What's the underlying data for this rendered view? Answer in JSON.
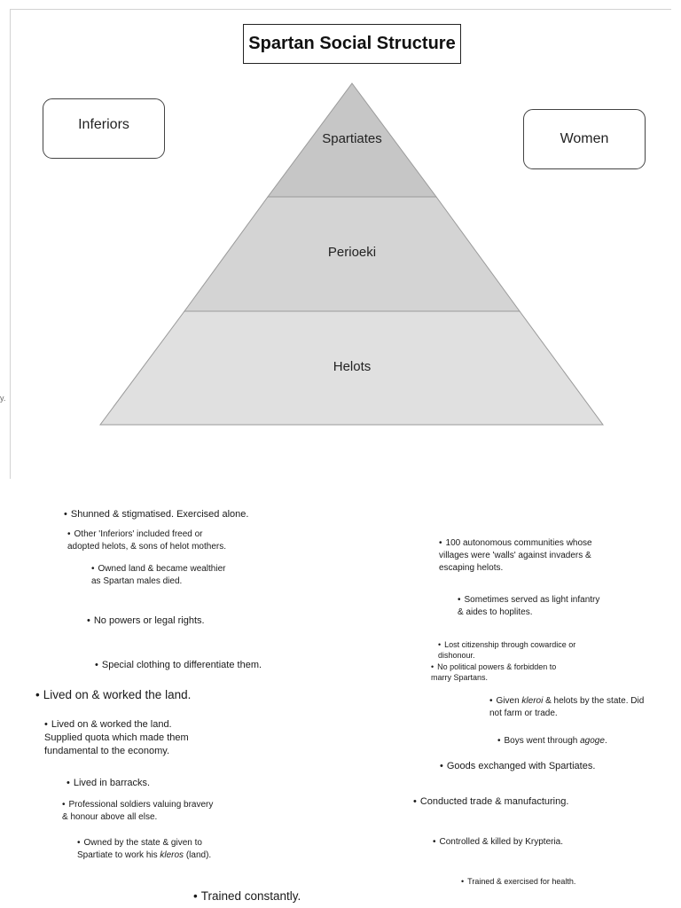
{
  "title": "Spartan Social Structure",
  "side_boxes": {
    "left": "Inferiors",
    "right": "Women"
  },
  "pyramid": {
    "tiers": [
      "Spartiates",
      "Perioeki",
      "Helots"
    ]
  },
  "stray_mark": "y.",
  "bullet": "•",
  "notes": {
    "n1": "Shunned & stigmatised. Exercised alone.",
    "n2": "Other 'Inferiors' included freed or\nadopted helots, & sons of helot mothers.",
    "n3": "Owned land & became wealthier\nas Spartan males died.",
    "n4": "No powers or legal rights.",
    "n5": "Special clothing to differentiate them.",
    "n6": "Lived on & worked the land.",
    "n7": "Lived on & worked the land.\nSupplied quota which made them\nfundamental to the economy.",
    "n8": "Lived in barracks.",
    "n9": "Professional soldiers valuing bravery\n& honour above all else.",
    "n10_a": "Owned by the state & given to\nSpartiate to work his ",
    "n10_em": "kleros",
    "n10_b": " (land).",
    "n11": "Trained constantly.",
    "r1": "100 autonomous communities whose\nvillages were 'walls' against invaders &\nescaping helots.",
    "r2": "Sometimes served as light infantry\n& aides to hoplites.",
    "r3": "Lost citizenship through cowardice or\ndishonour.",
    "r4": "No political powers & forbidden to\nmarry Spartans.",
    "r5_a": "Given ",
    "r5_em": "kleroi",
    "r5_b": " & helots by the state. Did\nnot farm or trade.",
    "r6_a": "Boys went through ",
    "r6_em": "agoge",
    "r6_b": ".",
    "r7": "Goods exchanged with Spartiates.",
    "r8": "Conducted trade & manufacturing.",
    "r9": "Controlled & killed by Krypteria.",
    "r10": "Trained & exercised for health."
  }
}
